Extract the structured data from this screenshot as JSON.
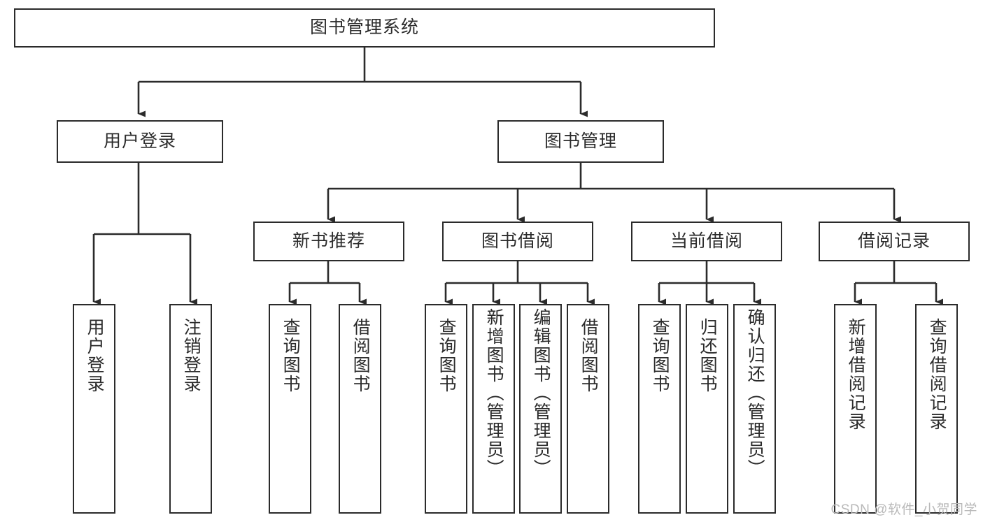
{
  "diagram": {
    "title": "图书管理系统",
    "type": "tree-hierarchy",
    "colors": {
      "stroke": "#2b2b2b",
      "fill": "#ffffff",
      "background": "#ffffff",
      "watermark": "#b9b9b9"
    },
    "root": {
      "label": "图书管理系统"
    },
    "level2": [
      {
        "label": "用户登录"
      },
      {
        "label": "图书管理"
      }
    ],
    "level3": [
      {
        "label": "新书推荐"
      },
      {
        "label": "图书借阅"
      },
      {
        "label": "当前借阅"
      },
      {
        "label": "借阅记录"
      }
    ],
    "leaves": {
      "user_login": [
        {
          "label": "用户登录"
        },
        {
          "label": "注销登录"
        }
      ],
      "new_book_recommend": [
        {
          "label": "查询图书"
        },
        {
          "label": "借阅图书"
        }
      ],
      "book_borrow": [
        {
          "label": "查询图书"
        },
        {
          "label": "新增图书（管理员）"
        },
        {
          "label": "编辑图书（管理员）"
        },
        {
          "label": "借阅图书"
        }
      ],
      "current_borrow": [
        {
          "label": "查询图书"
        },
        {
          "label": "归还图书"
        },
        {
          "label": "确认归还（管理员）"
        }
      ],
      "borrow_record": [
        {
          "label": "新增借阅记录"
        },
        {
          "label": "查询借阅记录"
        }
      ]
    }
  },
  "watermark": {
    "text": "CSDN @软件_小贺同学"
  }
}
